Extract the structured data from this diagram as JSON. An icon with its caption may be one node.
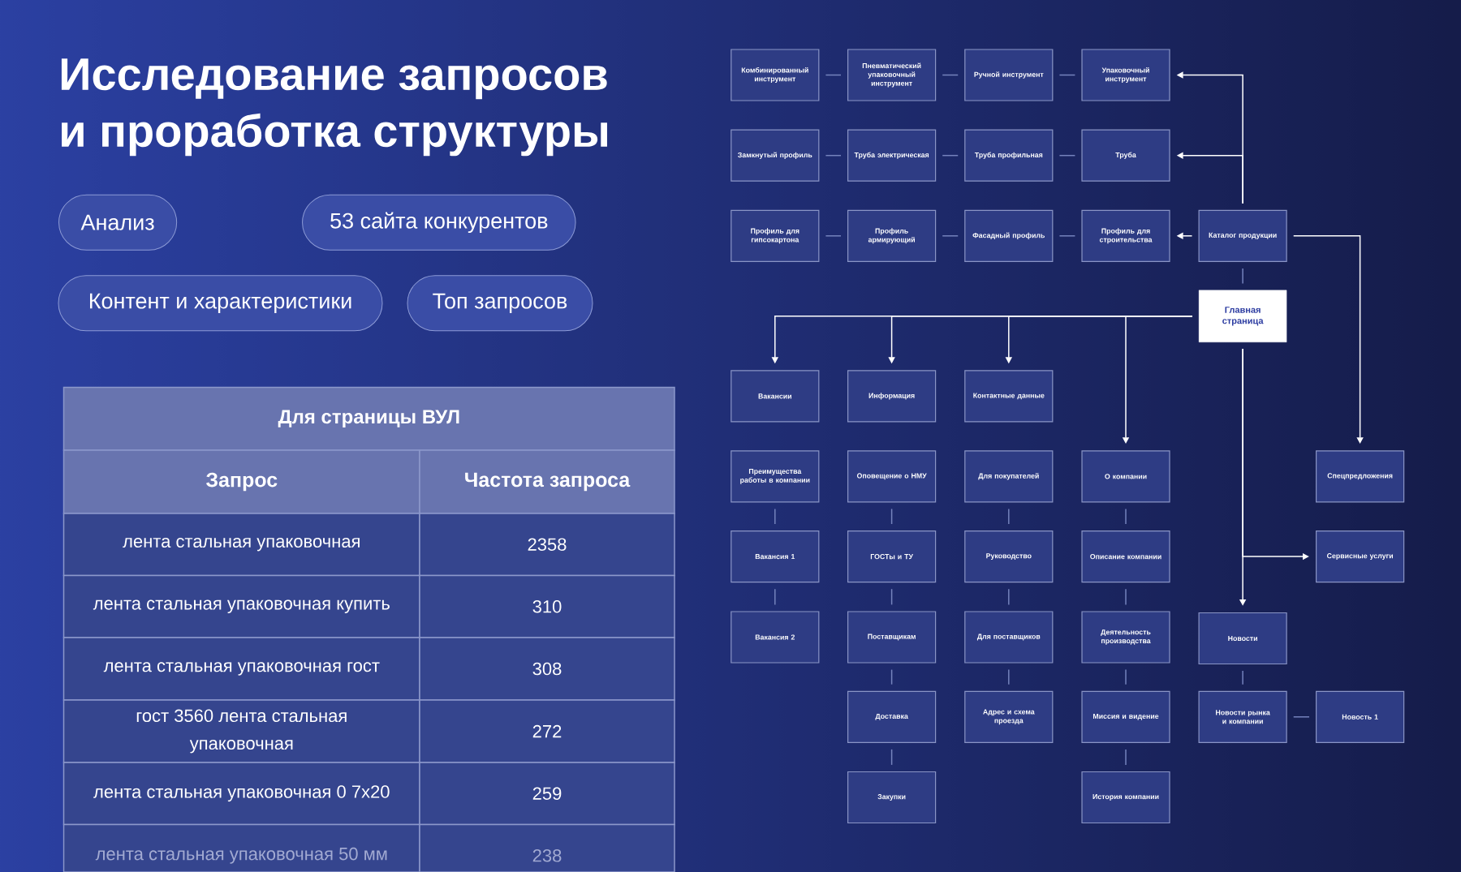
{
  "diagram": {
    "title": "Исследование запросов и проработка структуры",
    "nodes": [
      {
        "text": [
          "Анализ"
        ]
      },
      {
        "text": [
          "53 сайта конкурентов"
        ]
      },
      {
        "text": [
          "Контент и характеристики"
        ]
      },
      {
        "text": [
          "Топ запросов"
        ]
      },
      {
        "text": [
          "Комбинированный инструмент"
        ]
      },
      {
        "text": [
          "Пневматический упаковочный инструмент"
        ]
      },
      {
        "text": [
          "Ручной инструмент"
        ]
      },
      {
        "text": [
          "Упаковочный инструмент"
        ]
      },
      {
        "text": [
          "Замкнутый профиль"
        ]
      },
      {
        "text": [
          "Труба электрическая"
        ]
      },
      {
        "text": [
          "Труба профильная"
        ]
      },
      {
        "text": [
          "Труба"
        ]
      },
      {
        "text": [
          "Профиль для гипсокартона"
        ]
      },
      {
        "text": [
          "Профиль армирующий"
        ]
      },
      {
        "text": [
          "Фасадный профиль"
        ]
      },
      {
        "text": [
          "Профиль для строительства"
        ]
      },
      {
        "text": [
          "Каталог продукции"
        ]
      },
      {
        "text": [
          "Главная страница"
        ]
      },
      {
        "text": [
          "Вакансии"
        ]
      },
      {
        "text": [
          "Информация"
        ]
      },
      {
        "text": [
          "Контактные данные"
        ]
      },
      {
        "text": [
          "Преимущества работы в компании"
        ]
      },
      {
        "text": [
          "Оповещение о НМУ"
        ]
      },
      {
        "text": [
          "Для покупателей"
        ]
      },
      {
        "text": [
          "О компании"
        ]
      },
      {
        "text": [
          "Спецпредложения"
        ]
      },
      {
        "text": [
          "Вакансия 1"
        ]
      },
      {
        "text": [
          "ГОСТы и ТУ"
        ]
      },
      {
        "text": [
          "Руководство"
        ]
      },
      {
        "text": [
          "Описание компании"
        ]
      },
      {
        "text": [
          "Сервисные услуги"
        ]
      },
      {
        "text": [
          "Вакансия 2"
        ]
      },
      {
        "text": [
          "Поставщикам"
        ]
      },
      {
        "text": [
          "Для поставщиков"
        ]
      },
      {
        "text": [
          "Деятельность производства"
        ]
      },
      {
        "text": [
          "Новости"
        ]
      },
      {
        "text": [
          "Доставка"
        ]
      },
      {
        "text": [
          "Адрес и схема проезда"
        ]
      },
      {
        "text": [
          "Миссия и видение"
        ]
      },
      {
        "text": [
          "Новости рынка и компании"
        ]
      },
      {
        "text": [
          "Новость 1"
        ]
      },
      {
        "text": [
          "Закупки"
        ]
      },
      {
        "text": [
          "История компании"
        ]
      }
    ],
    "edges": [
      {
        "from": 4,
        "to": 5,
        "arrow": "none"
      },
      {
        "from": 5,
        "to": 6,
        "arrow": "none"
      },
      {
        "from": 6,
        "to": 7,
        "arrow": "none"
      },
      {
        "from": 8,
        "to": 9,
        "arrow": "none"
      },
      {
        "from": 9,
        "to": 10,
        "arrow": "none"
      },
      {
        "from": 10,
        "to": 11,
        "arrow": "none"
      },
      {
        "from": 12,
        "to": 13,
        "arrow": "none"
      },
      {
        "from": 13,
        "to": 14,
        "arrow": "none"
      },
      {
        "from": 14,
        "to": 15,
        "arrow": "none"
      },
      {
        "from": 16,
        "to": 15,
        "arrow": "to",
        "color": "#ffffff"
      },
      {
        "from": 16,
        "to": 11,
        "arrow": "to",
        "color": "#ffffff"
      },
      {
        "from": 16,
        "to": 7,
        "arrow": "to",
        "color": "#ffffff"
      },
      {
        "from": 16,
        "to": 25,
        "arrow": "to",
        "color": "#ffffff"
      },
      {
        "from": 17,
        "to": 16,
        "arrow": "none"
      },
      {
        "from": 17,
        "to": 18,
        "arrow": "to",
        "color": "#ffffff"
      },
      {
        "from": 17,
        "to": 19,
        "arrow": "to",
        "color": "#ffffff"
      },
      {
        "from": 17,
        "to": 20,
        "arrow": "to",
        "color": "#ffffff"
      },
      {
        "from": 17,
        "to": 24,
        "arrow": "to",
        "color": "#ffffff"
      },
      {
        "from": 17,
        "to": 35,
        "arrow": "to",
        "color": "#ffffff"
      },
      {
        "from": 17,
        "to": 30,
        "arrow": "to",
        "color": "#ffffff"
      },
      {
        "from": 21,
        "to": 26,
        "arrow": "none"
      },
      {
        "from": 26,
        "to": 31,
        "arrow": "none"
      },
      {
        "from": 22,
        "to": 27,
        "arrow": "none"
      },
      {
        "from": 27,
        "to": 32,
        "arrow": "none"
      },
      {
        "from": 32,
        "to": 36,
        "arrow": "none"
      },
      {
        "from": 36,
        "to": 41,
        "arrow": "none"
      },
      {
        "from": 23,
        "to": 28,
        "arrow": "none"
      },
      {
        "from": 28,
        "to": 33,
        "arrow": "none"
      },
      {
        "from": 33,
        "to": 37,
        "arrow": "none"
      },
      {
        "from": 24,
        "to": 29,
        "arrow": "none"
      },
      {
        "from": 29,
        "to": 34,
        "arrow": "none"
      },
      {
        "from": 34,
        "to": 38,
        "arrow": "none"
      },
      {
        "from": 38,
        "to": 42,
        "arrow": "none"
      },
      {
        "from": 35,
        "to": 39,
        "arrow": "none"
      },
      {
        "from": 39,
        "to": 40,
        "arrow": "none"
      }
    ],
    "labels": [
      "Для страницы ВУЛ",
      "Запрос",
      "Частота запроса",
      "лента стальная упаковочная",
      "2358",
      "лента стальная упаковочная купить",
      "310",
      "лента стальная упаковочная гост",
      "308",
      "гост 3560 лента стальная упаковочная",
      "272",
      "лента стальная упаковочная 0 7х20",
      "259",
      "лента стальная упаковочная 50 мм",
      "238"
    ]
  }
}
